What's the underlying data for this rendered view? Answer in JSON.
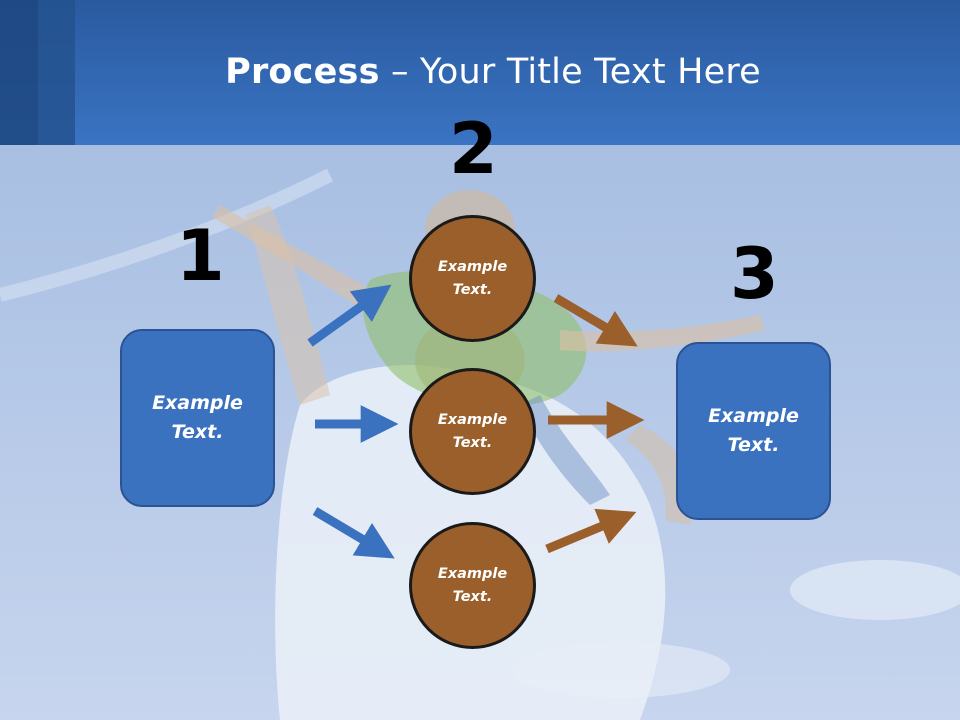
{
  "slide": {
    "title_bold": "Process",
    "title_rest": " – Your Title Text Here",
    "step_numbers": [
      "1",
      "2",
      "3"
    ],
    "left_box": "Example\nText.",
    "right_box": "Example\nText.",
    "circles": [
      "Example\nText.",
      "Example\nText.",
      "Example\nText."
    ]
  },
  "colors": {
    "header_blue": "#3a74c2",
    "box_blue": "#3b72c0",
    "circle_brown": "#9a5f2b",
    "arrow_blue": "#3b72c0",
    "arrow_brown": "#9a5f2b"
  }
}
